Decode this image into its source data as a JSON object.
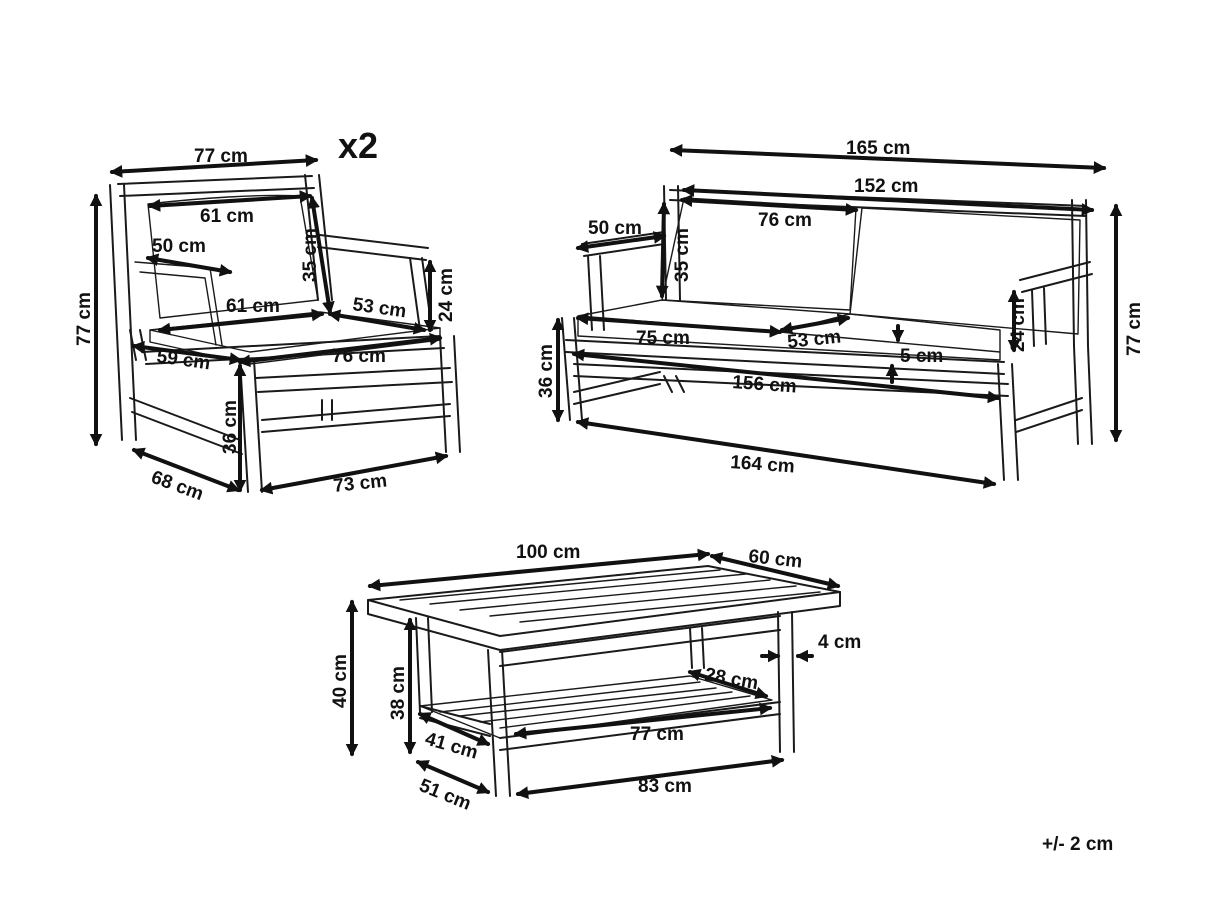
{
  "multiplier": "x2",
  "tolerance": "+/- 2 cm",
  "armchair": {
    "width_top": "77 cm",
    "back_inner": "61 cm",
    "arm_length": "50 cm",
    "back_height": "35 cm",
    "seat_width": "61 cm",
    "seat_depth": "53 cm",
    "arm_height": "24 cm",
    "height": "77 cm",
    "side_depth": "59 cm",
    "front_width": "76 cm",
    "seat_height": "36 cm",
    "base_depth": "68 cm",
    "base_width": "73 cm"
  },
  "sofa": {
    "total_width": "165 cm",
    "back_width": "152 cm",
    "cushion_back": "76 cm",
    "arm_length": "50 cm",
    "back_height": "35 cm",
    "height": "77 cm",
    "cushion_width": "75 cm",
    "seat_depth": "53 cm",
    "cushion_thick": "5 cm",
    "arm_height": "24 cm",
    "seat_height": "36 cm",
    "front_width": "156 cm",
    "base_width": "164 cm"
  },
  "table": {
    "top_length": "100 cm",
    "top_width": "60 cm",
    "leg_inset": "4 cm",
    "shelf_depth": "28 cm",
    "height": "40 cm",
    "leg_height": "38 cm",
    "shelf_front": "41 cm",
    "shelf_length": "77 cm",
    "base_depth": "51 cm",
    "base_length": "83 cm"
  }
}
